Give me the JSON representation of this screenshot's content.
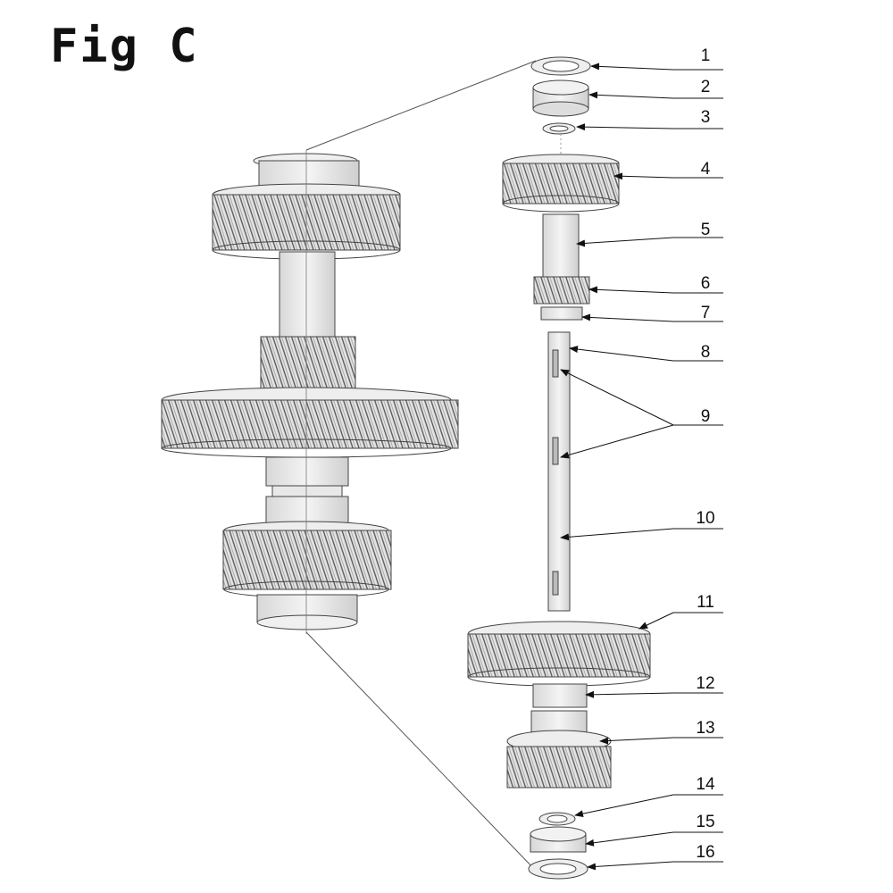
{
  "figure": {
    "title": "Fig C",
    "callouts": [
      "1",
      "2",
      "3",
      "4",
      "5",
      "6",
      "7",
      "8",
      "9",
      "10",
      "11",
      "12",
      "13",
      "14",
      "15",
      "16"
    ]
  }
}
